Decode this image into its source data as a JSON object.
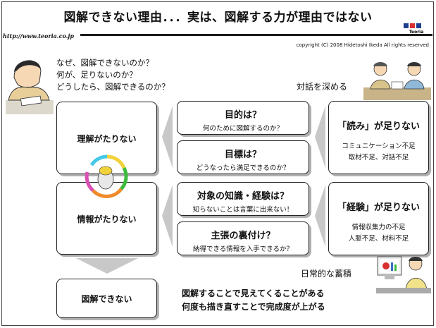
{
  "header": {
    "title": "図解できない理由．．．実は、図解する力が理由ではない",
    "url": "http://www.teoria.co.jp",
    "copyright": "copyright (C) 2008  Hidetoshi  Ikeda All rights reserved",
    "logo_text": "Teoria"
  },
  "questions": [
    "なぜ、図解できないのか？",
    "何が、足りないのか？",
    "どうしたら、図解できるのか？"
  ],
  "left": {
    "box1": "理解がたりない",
    "box2": "情報がたりない",
    "box3": "図解できない"
  },
  "middle": [
    {
      "title": "目的は？",
      "sub": "何のために図解するのか？"
    },
    {
      "title": "目標は？",
      "sub": "どうなったら満足できるのか？"
    },
    {
      "title": "対象の知識・経験は？",
      "sub": "知らないことは言葉に出来ない！"
    },
    {
      "title": "主張の裏付け？",
      "sub": "納得できる情報を入手できるか？"
    }
  ],
  "right": [
    {
      "title": "「読み」が足りない",
      "line1": "コミュニケーション不足",
      "line2": "取材不足、対話不足"
    },
    {
      "title": "「経験」が足りない",
      "line1": "情報収集力の不足",
      "line2": "人脈不足、材料不足"
    }
  ],
  "labels": {
    "dialogue": "対話を深める",
    "daily": "日常的な蓄積"
  },
  "bottom_note": {
    "line1": "図解することで見えてくることがある",
    "line2": "何度も描き直すことで完成度が上がる"
  },
  "colors": {
    "arrow_gray": "#c8c8c8",
    "cycle_yellow": "#f2d23a",
    "cycle_cyan": "#44c8e8",
    "cycle_green": "#3dbb3d",
    "cycle_orange": "#f08a2a",
    "cycle_magenta": "#d94fb5"
  }
}
